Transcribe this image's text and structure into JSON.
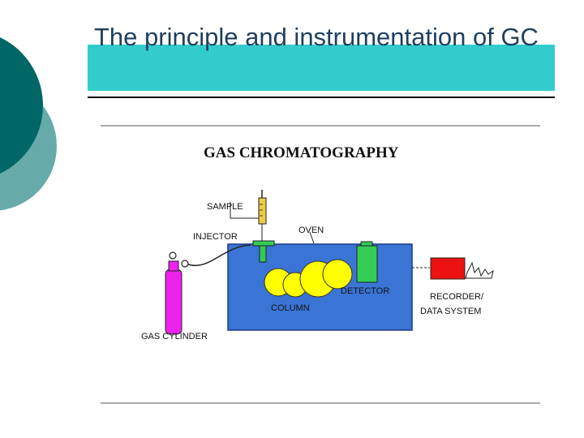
{
  "slide": {
    "title": "The principle and instrumentation of GC"
  },
  "diagram": {
    "heading": "GAS CHROMATOGRAPHY",
    "labels": {
      "sample": "SAMPLE",
      "injector": "INJECTOR",
      "oven": "OVEN",
      "detector": "DETECTOR",
      "column": "COLUMN",
      "recorder_line1": "RECORDER/",
      "recorder_line2": "DATA SYSTEM",
      "gas_cylinder": "GAS CYLINDER"
    }
  },
  "colors": {
    "theme_dark": "#006666",
    "theme_light": "#66aaaa",
    "title_band": "#33cccc",
    "oven": "#3a75d6",
    "column": "#ffff00",
    "detector": "#33cc55",
    "recorder": "#ee1111",
    "cylinder": "#ee22ee"
  }
}
